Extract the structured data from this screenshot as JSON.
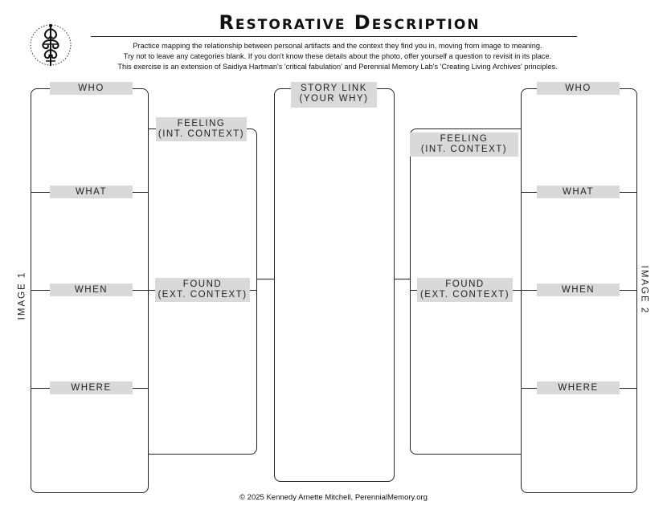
{
  "header": {
    "title": "Restorative Description",
    "intro_lines": [
      "Practice mapping the relationship between personal artifacts and the context they find you in, moving from image to meaning.",
      "Try not to leave any categories blank. If you don't know these details about the photo, offer yourself a question to revisit in its place.",
      "This exercise is an extension of Saidiya Hartman's  'critical fabulation' and Perennial Memory Lab's 'Creating Living Archives' principles."
    ]
  },
  "logo": {
    "icon": "ornamental-emblem-icon"
  },
  "image1": {
    "side_label": "IMAGE 1",
    "who": "WHO",
    "what": "WHAT",
    "when": "WHEN",
    "where": "WHERE"
  },
  "context1": {
    "feeling_line1": "FEELING",
    "feeling_line2": "(INT. CONTEXT)",
    "found_line1": "FOUND",
    "found_line2": "(EXT. CONTEXT)"
  },
  "story": {
    "line1": "STORY LINK",
    "line2": "(YOUR WHY)"
  },
  "context2": {
    "feeling_line1": "FEELING",
    "feeling_line2": "(INT. CONTEXT)",
    "found_line1": "FOUND",
    "found_line2": "(EXT. CONTEXT)"
  },
  "image2": {
    "side_label": "IMAGE 2",
    "who": "WHO",
    "what": "WHAT",
    "when": "WHEN",
    "where": "WHERE"
  },
  "footer": {
    "copyright": "© 2025 Kennedy Arnette Mitchell, PerennialMemory.org"
  }
}
